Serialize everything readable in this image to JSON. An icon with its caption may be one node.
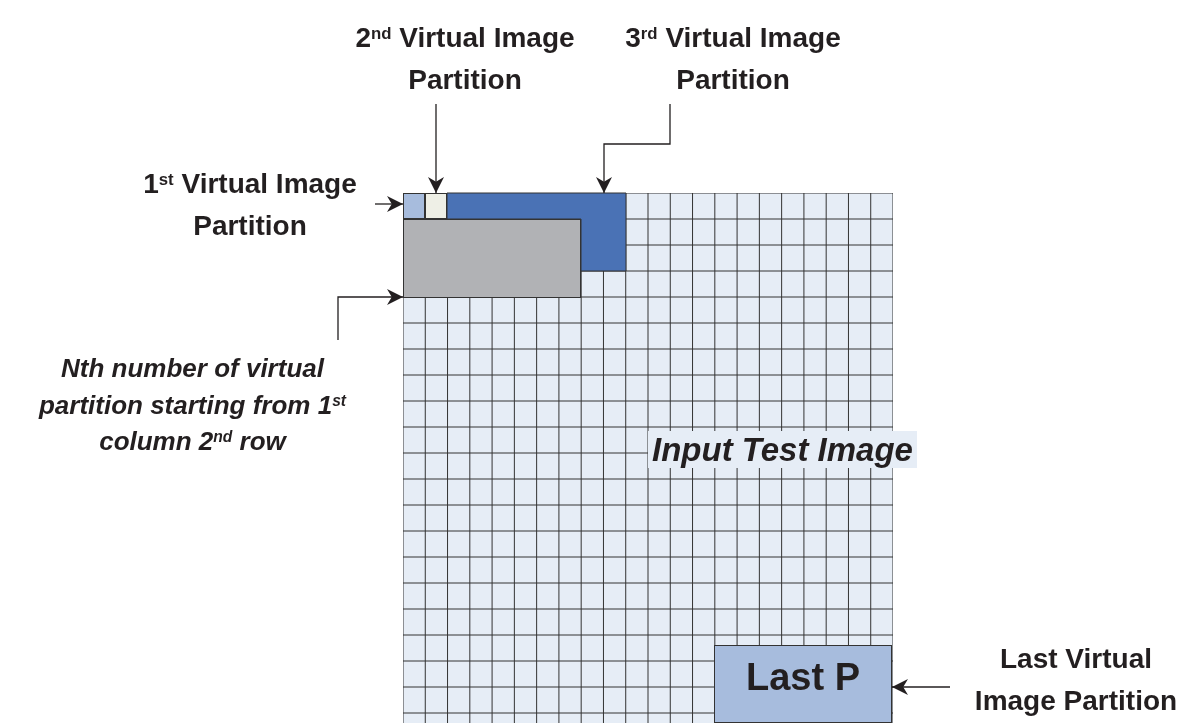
{
  "diagram": {
    "nodes": [
      {
        "text": [
          "Input Test Image"
        ]
      },
      {
        "text": [],
        "shape": "box",
        "in": 0
      },
      {
        "text": [],
        "shape": "box",
        "in": 0
      },
      {
        "text": [],
        "shape": "box",
        "in": 0
      },
      {
        "text": [],
        "shape": "box",
        "in": 0
      },
      {
        "text": [
          "Last P"
        ],
        "in": 0
      },
      {
        "text": [
          "1$^{st}$ Virtual Image Partition"
        ]
      },
      {
        "text": [
          "2$^{nd}$ Virtual Image Partition"
        ]
      },
      {
        "text": [
          "3$^{rd}$ Virtual Image Partition"
        ]
      },
      {
        "text": [
          "Nth number of virtual partition starting from 1$^{st}$ column 2$^{nd}$ row"
        ]
      },
      {
        "text": [
          "Last Virtual Image Partition"
        ]
      }
    ],
    "edges": [
      {
        "from": 6,
        "to": 1,
        "arrow": "to"
      },
      {
        "from": 7,
        "to": 2,
        "arrow": "to"
      },
      {
        "from": 8,
        "to": 3,
        "arrow": "to"
      },
      {
        "from": 9,
        "to": 4,
        "arrow": "to"
      },
      {
        "from": 10,
        "to": 5,
        "arrow": "to"
      }
    ]
  }
}
